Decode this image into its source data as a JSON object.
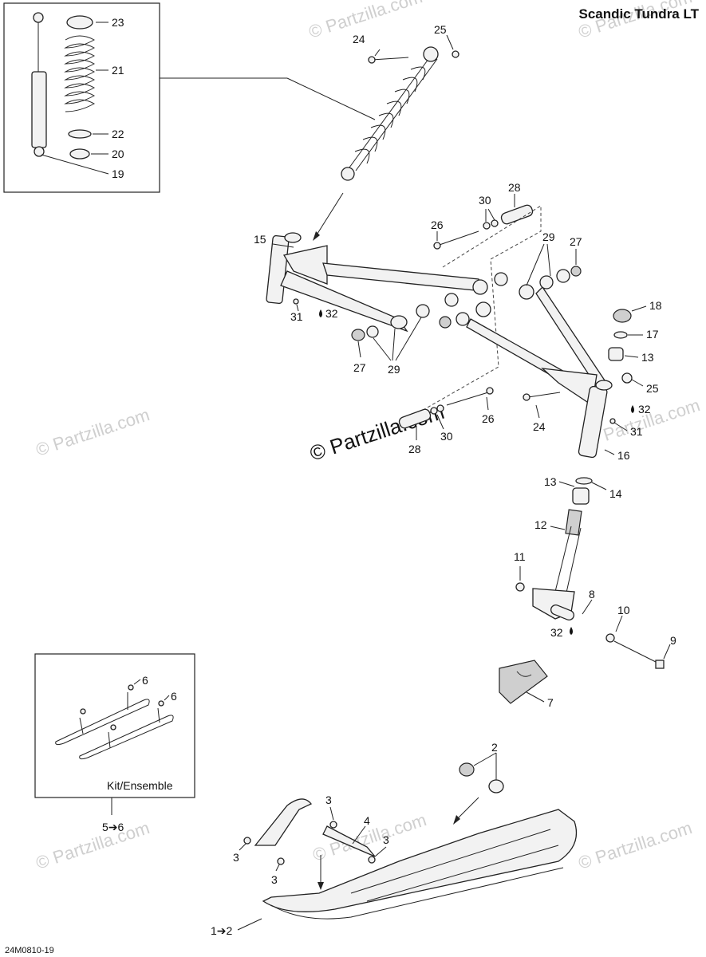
{
  "title": "Scandic Tundra LT",
  "drawing_code": "24M0810-19",
  "watermark": "© Partzilla.com",
  "kit_label": "Kit/Ensemble",
  "kit_ref": "5➔6",
  "ski_ref": "1➔2",
  "callouts": {
    "c23": "23",
    "c21": "21",
    "c22": "22",
    "c20": "20",
    "c19": "19",
    "c24a": "24",
    "c25a": "25",
    "c30a": "30",
    "c28a": "28",
    "c26a": "26",
    "c15": "15",
    "c29a": "29",
    "c27a": "27",
    "c31a": "31",
    "c32a": "32",
    "c27b": "27",
    "c29b": "29",
    "c18": "18",
    "c17": "17",
    "c13a": "13",
    "c25b": "25",
    "c26b": "26",
    "c24b": "24",
    "c32b": "32",
    "c31b": "31",
    "c30b": "30",
    "c28b": "28",
    "c16": "16",
    "c13b": "13",
    "c14": "14",
    "c12": "12",
    "c11": "11",
    "c8": "8",
    "c10": "10",
    "c32c": "32",
    "c9": "9",
    "c7": "7",
    "c6a": "6",
    "c6b": "6",
    "c2": "2",
    "c3a": "3",
    "c4": "4",
    "c3b": "3",
    "c3c": "3",
    "c3d": "3"
  }
}
